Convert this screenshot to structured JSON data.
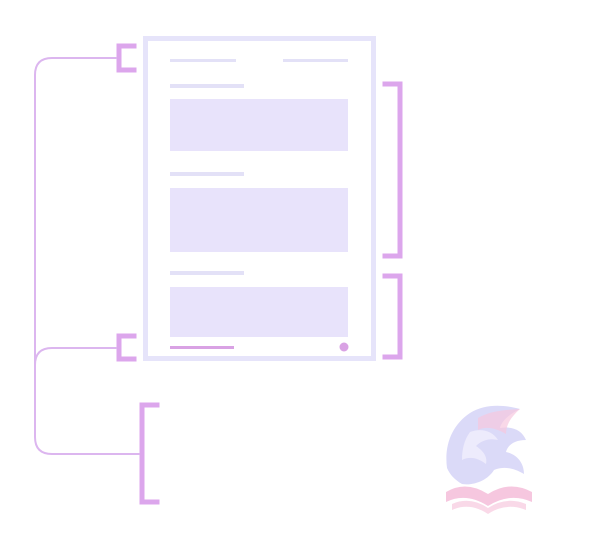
{
  "diagram": {
    "kind": "document-section-annotation",
    "colors": {
      "page_border": "#e6e4fa",
      "block_fill": "#e8e3fb",
      "line_fill": "#e3e1f7",
      "bracket": "#dca6ec",
      "connector": "#dcb6ef",
      "footer_accent": "#d9a2e4",
      "logo_pink": "#f6c2dc",
      "logo_lavender": "#d8d6f8"
    },
    "page": {
      "header_lines": 2,
      "sections": [
        {
          "heading_line": true,
          "content_block": true
        },
        {
          "heading_line": true,
          "content_block": true
        },
        {
          "heading_line": true,
          "content_block": true
        }
      ],
      "footer": {
        "accent_line": true,
        "page_dot": true
      }
    },
    "brackets": [
      {
        "role": "header-bracket",
        "side": "left"
      },
      {
        "role": "footer-bracket",
        "side": "left"
      },
      {
        "role": "external-target-bracket",
        "side": "left"
      },
      {
        "role": "body-sections-bracket",
        "side": "right"
      },
      {
        "role": "last-section-bracket",
        "side": "right"
      }
    ],
    "connectors": [
      {
        "from": "header-bracket",
        "to": "external-target-bracket"
      },
      {
        "from": "footer-bracket",
        "to": "external-target-bracket"
      }
    ],
    "logo_icon": "dragon-book-icon"
  }
}
